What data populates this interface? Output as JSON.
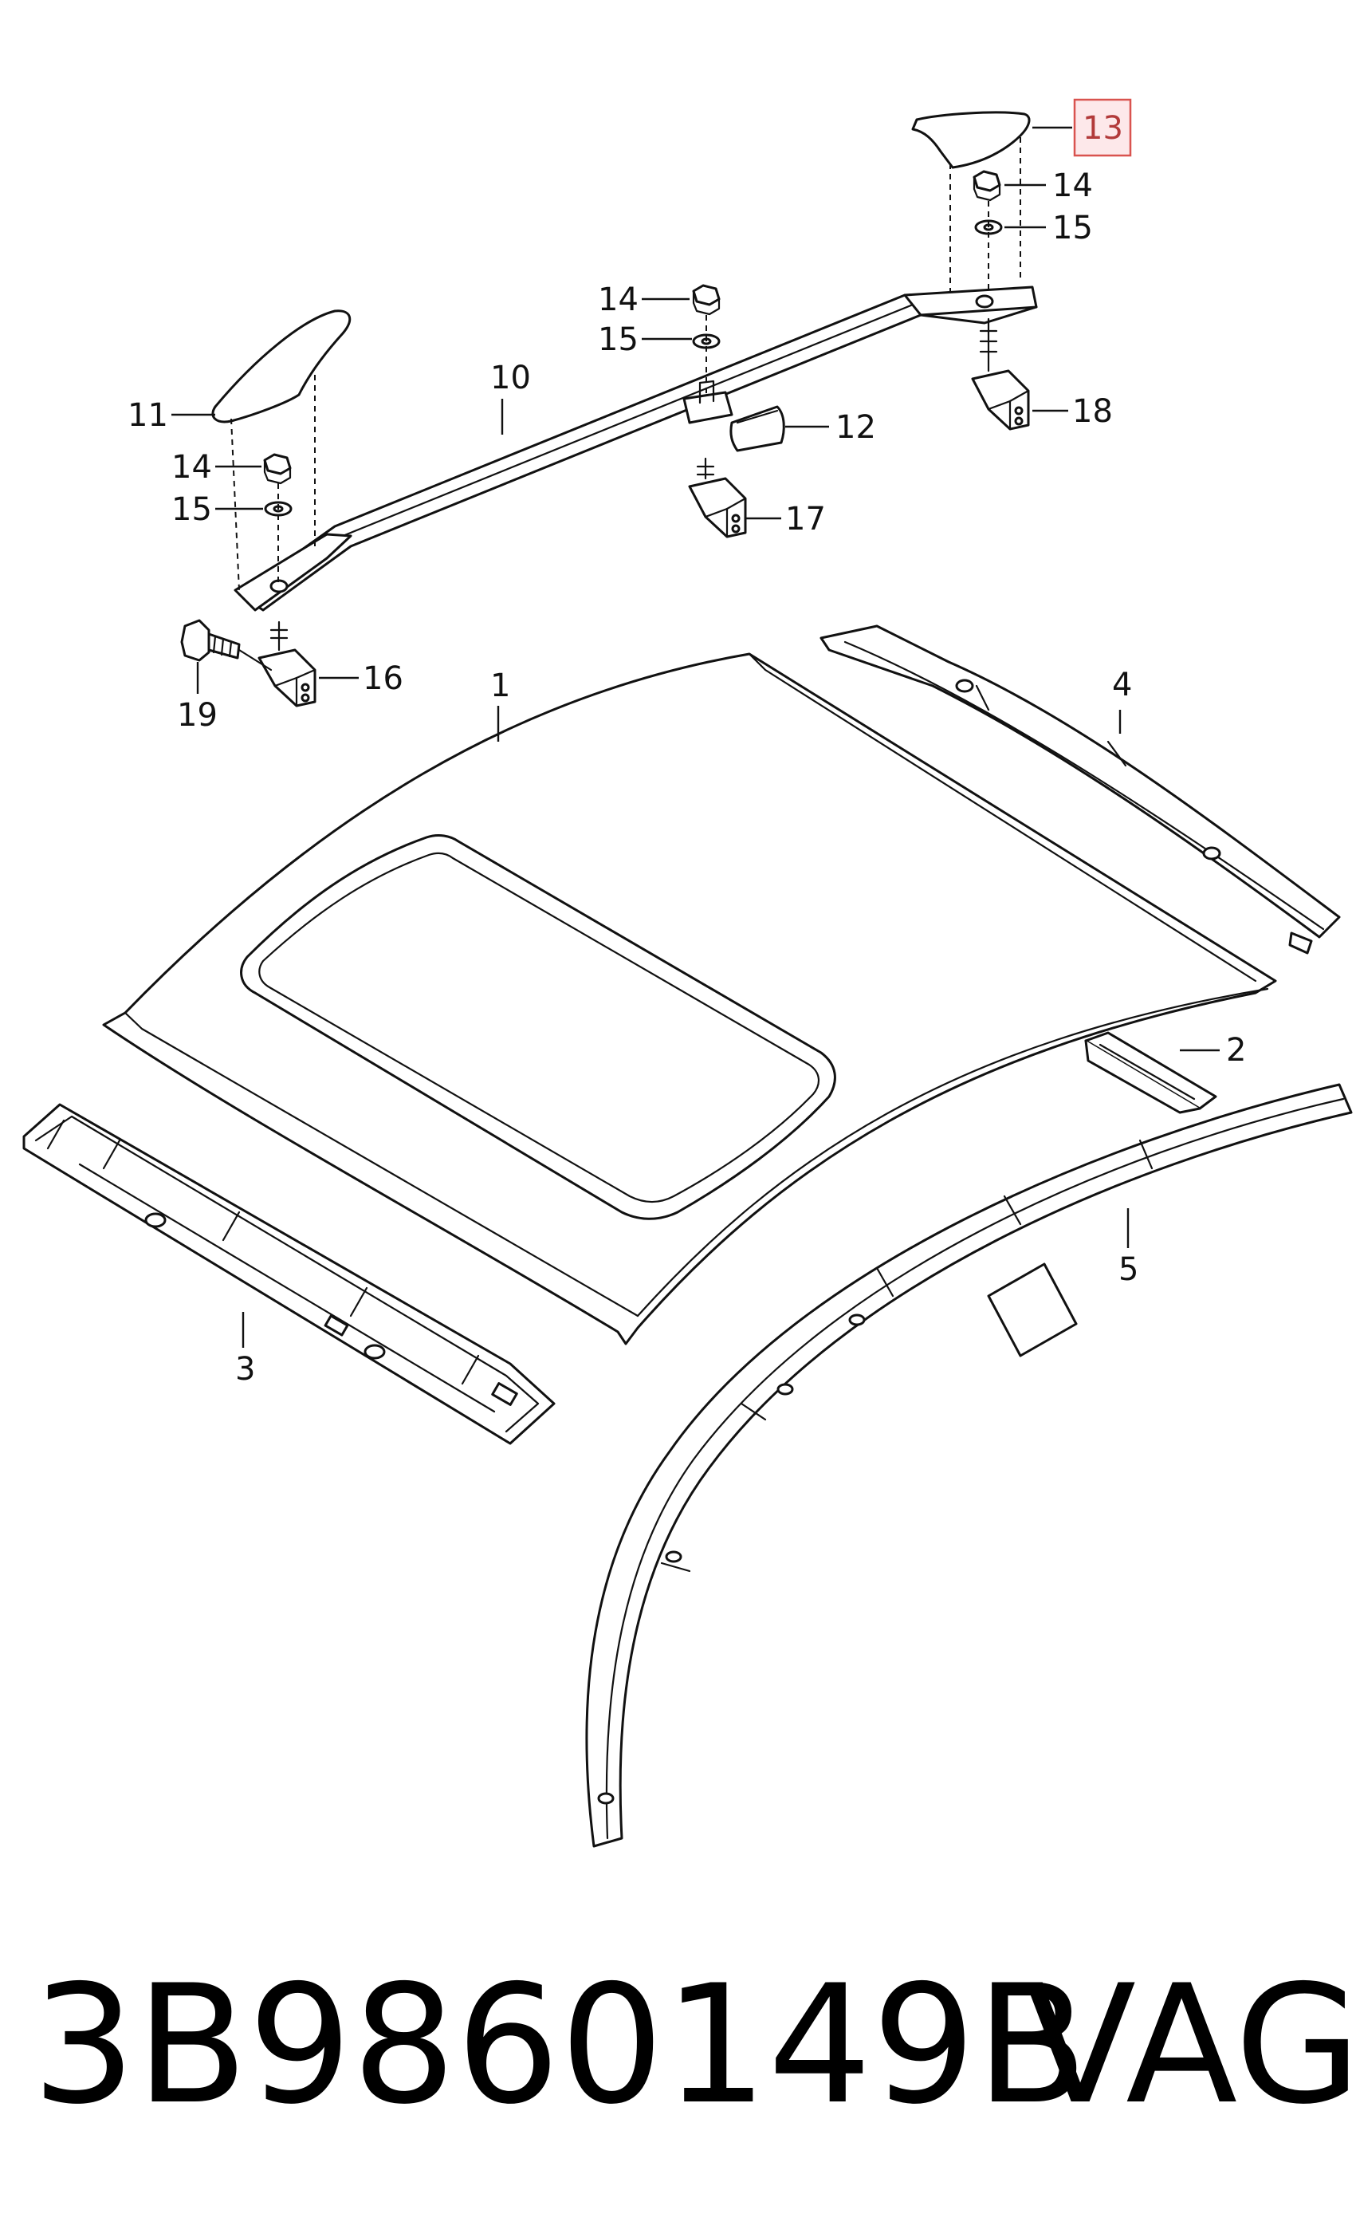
{
  "diagram": {
    "callouts": {
      "c1": "1",
      "c2": "2",
      "c3": "3",
      "c4": "4",
      "c5": "5",
      "c10": "10",
      "c11": "11",
      "c12": "12",
      "c13": "13",
      "c14a": "14",
      "c14b": "14",
      "c14c": "14",
      "c15a": "15",
      "c15b": "15",
      "c15c": "15",
      "c16": "16",
      "c17": "17",
      "c18": "18",
      "c19": "19"
    },
    "highlight_color": "#d9534f"
  },
  "footer": {
    "part_number": "3B9860149B",
    "brand": "VAG"
  }
}
